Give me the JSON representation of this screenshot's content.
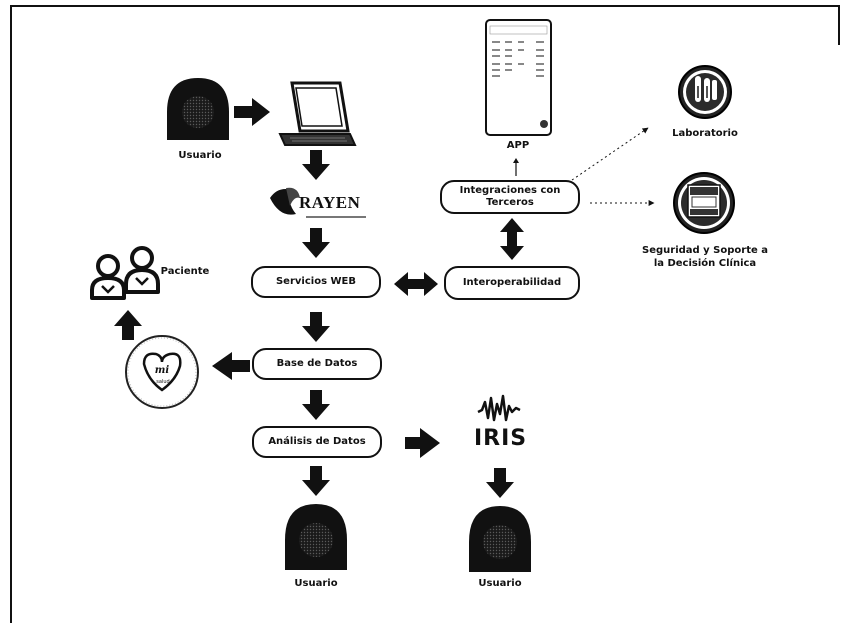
{
  "nodes": {
    "servicios_web": "Servicios WEB",
    "base_datos": "Base de Datos",
    "analisis_datos": "Análisis de Datos",
    "interoperabilidad": "Interoperabilidad",
    "integraciones": "Integraciones con\nTerceros"
  },
  "labels": {
    "usuario_top": "Usuario",
    "usuario_bottom_left": "Usuario",
    "usuario_bottom_right": "Usuario",
    "paciente": "Paciente",
    "app": "APP",
    "laboratorio": "Laboratorio",
    "seguridad": "Seguridad y Soporte a\nla Decisión Clínica"
  },
  "logos": {
    "rayen": "RAYEN",
    "iris": "IRIS"
  }
}
